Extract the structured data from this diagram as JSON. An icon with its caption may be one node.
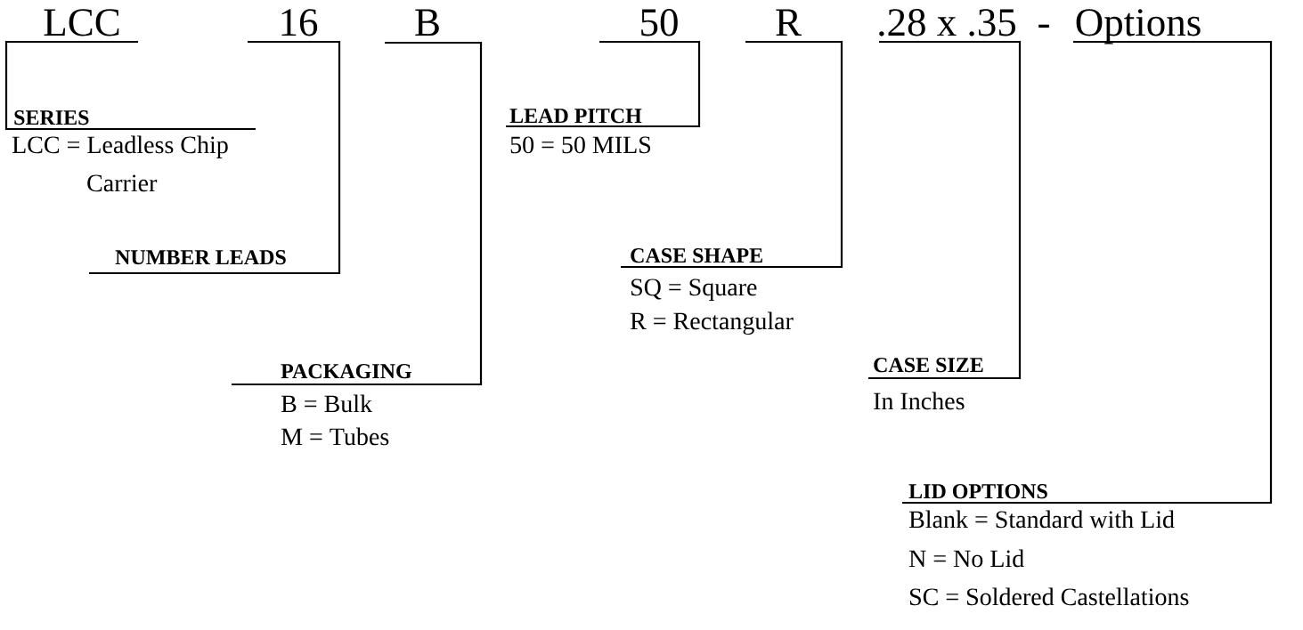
{
  "diagram": {
    "nodes": [
      {
        "text": [
          "LCC"
        ]
      },
      {
        "text": [
          "16"
        ]
      },
      {
        "text": [
          "B"
        ]
      },
      {
        "text": [
          "50"
        ]
      },
      {
        "text": [
          "R"
        ]
      },
      {
        "text": [
          ".28 x .35"
        ]
      },
      {
        "text": [
          "Options"
        ]
      },
      {
        "text": [
          "SERIES",
          "LCC = Leadless Chip Carrier"
        ]
      },
      {
        "text": [
          "NUMBER LEADS"
        ]
      },
      {
        "text": [
          "PACKAGING",
          "B = Bulk",
          "M = Tubes"
        ]
      },
      {
        "text": [
          "LEAD PITCH",
          "50 = 50 MILS"
        ]
      },
      {
        "text": [
          "CASE SHAPE",
          "SQ = Square",
          "R = Rectangular"
        ]
      },
      {
        "text": [
          "CASE SIZE",
          "In Inches"
        ]
      },
      {
        "text": [
          "LID OPTIONS",
          "Blank = Standard with Lid",
          "N = No Lid",
          "SC = Soldered Castellations"
        ]
      }
    ],
    "edges": [
      {
        "from": 0,
        "to": 7,
        "arrow": "none"
      },
      {
        "from": 1,
        "to": 8,
        "arrow": "none"
      },
      {
        "from": 2,
        "to": 9,
        "arrow": "none"
      },
      {
        "from": 3,
        "to": 10,
        "arrow": "none"
      },
      {
        "from": 4,
        "to": 11,
        "arrow": "none"
      },
      {
        "from": 5,
        "to": 12,
        "arrow": "none"
      },
      {
        "from": 6,
        "to": 13,
        "arrow": "none"
      }
    ],
    "labels": [
      "-"
    ]
  }
}
